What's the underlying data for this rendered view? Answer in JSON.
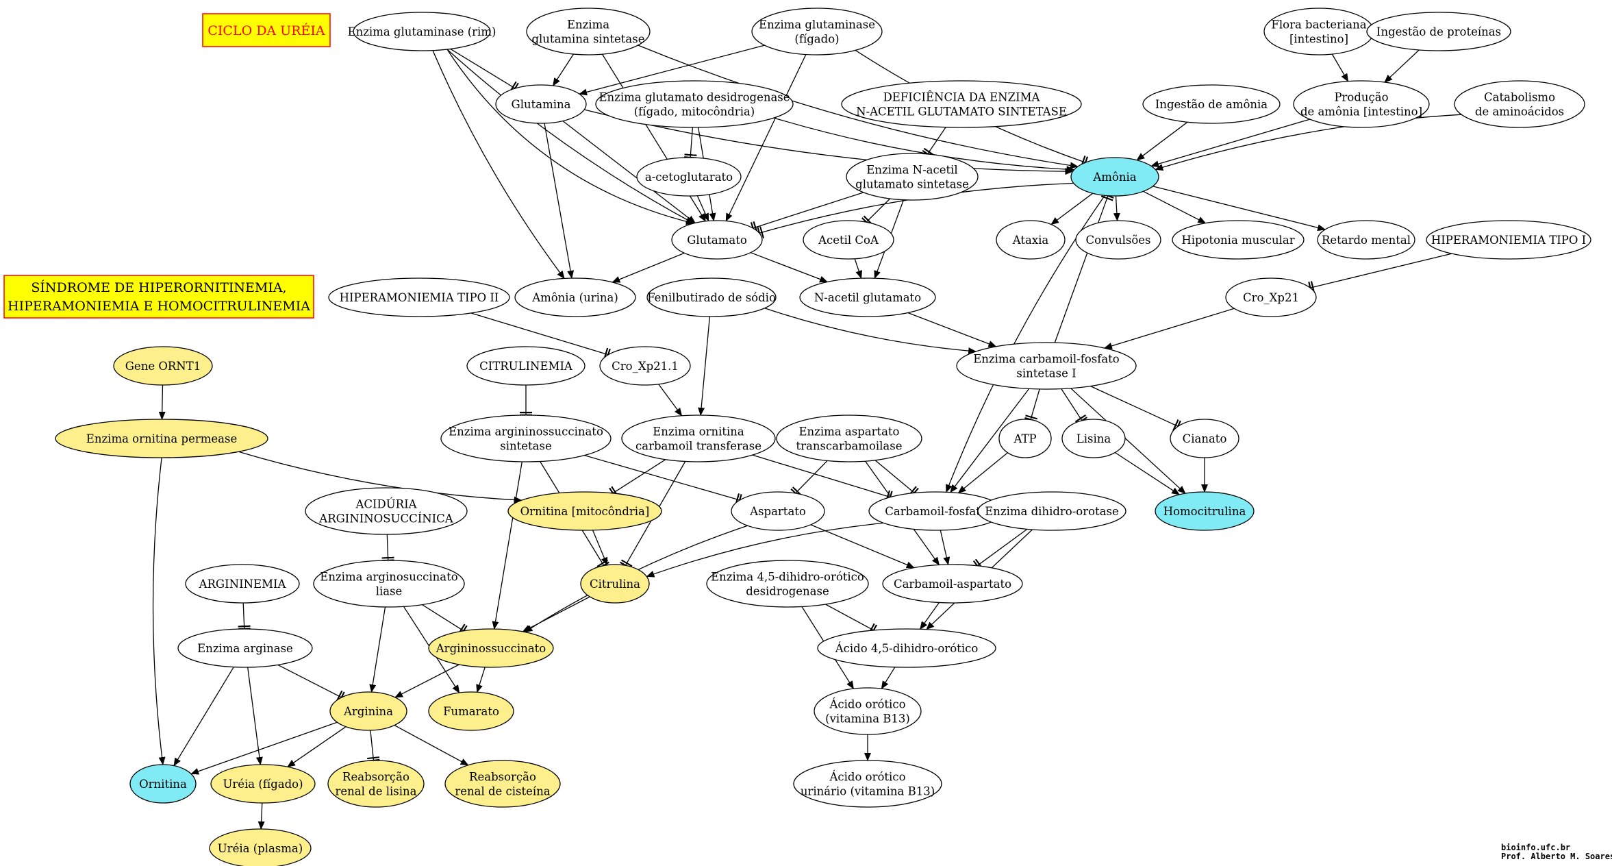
{
  "colors": {
    "yellow": "#fdf08c",
    "cyan": "#80eaf5",
    "white": "#ffffff",
    "box_yellow": "#ffff00",
    "box_red_text": "#ff0000",
    "box_border": "#ff0000"
  },
  "boxes": {
    "ciclo": "CICLO DA URÉIA",
    "sindrome": [
      "SÍNDROME DE HIPERORNITINEMIA,",
      "HIPERAMONIEMIA E HOMOCITRULINEMIA"
    ]
  },
  "footer": [
    "bioinfo.ufc.br",
    "Prof. Alberto M. Soares"
  ],
  "nodes": {
    "gluRim": [
      "Enzima glutaminase (rim)"
    ],
    "gluSint": [
      "Enzima",
      "glutamina sintetase"
    ],
    "gluFig": [
      "Enzima glutaminase",
      "(fígado)"
    ],
    "flora": [
      "Flora bacteriana",
      "[intestino]"
    ],
    "ingProt": [
      "Ingestão de proteínas"
    ],
    "glutamina": [
      "Glutamina"
    ],
    "gdh": [
      "Enzima glutamato desidrogenase",
      "(fígado, mitocôndria)"
    ],
    "defNag": [
      "DEFICIÊNCIA DA ENZIMA",
      "N-ACETIL GLUTAMATO SINTETASE"
    ],
    "ingAmo": [
      "Ingestão de amônia"
    ],
    "prodAmo": [
      "Produção",
      "de amônia [intestino]"
    ],
    "catab": [
      "Catabolismo",
      "de aminoácidos"
    ],
    "akg": [
      "a-cetoglutarato"
    ],
    "enzNag": [
      "Enzima N-acetil",
      "glutamato sintetase"
    ],
    "amonia": [
      "Amônia"
    ],
    "glutamato": [
      "Glutamato"
    ],
    "acetilCoa": [
      "Acetil CoA"
    ],
    "ataxia": [
      "Ataxia"
    ],
    "convul": [
      "Convulsões"
    ],
    "hipot": [
      "Hipotonia muscular"
    ],
    "retardo": [
      "Retardo mental"
    ],
    "hiperI": [
      "HIPERAMONIEMIA TIPO I"
    ],
    "hiperII": [
      "HIPERAMONIEMIA TIPO II"
    ],
    "amoUrina": [
      "Amônia (urina)"
    ],
    "fenil": [
      "Fenilbutirado de sódio"
    ],
    "nag": [
      "N-acetil glutamato"
    ],
    "croXp21": [
      "Cro_Xp21"
    ],
    "geneOrnt": [
      "Gene ORNT1"
    ],
    "citrulinemia": [
      "CITRULINEMIA"
    ],
    "croXp211": [
      "Cro_Xp21.1"
    ],
    "cps": [
      "Enzima carbamoil-fosfato",
      "sintetase I"
    ],
    "ornPerm": [
      "Enzima ornitina permease"
    ],
    "ass": [
      "Enzima argininossuccinato",
      "sintetase"
    ],
    "otc": [
      "Enzima ornitina",
      "carbamoil transferase"
    ],
    "atc": [
      "Enzima  aspartato",
      "transcarbamoilase"
    ],
    "atp": [
      "ATP"
    ],
    "lisina": [
      "Lisina"
    ],
    "cianato": [
      "Cianato"
    ],
    "acid": [
      "ACIDÚRIA",
      "ARGININOSUCCÍNICA"
    ],
    "ornMit": [
      "Ornitina [mitocôndria]"
    ],
    "aspartato": [
      "Aspartato"
    ],
    "carbP": [
      "Carbamoil-fosfato"
    ],
    "dho": [
      "Enzima dihidro-orotase"
    ],
    "homocit": [
      "Homocitrulina"
    ],
    "argininemia": [
      "ARGININEMIA"
    ],
    "asl": [
      "Enzima arginosuccinato",
      "liase"
    ],
    "citrulina": [
      "Citrulina"
    ],
    "dhod": [
      "Enzima 4,5-dihidro-orótico",
      "desidrogenase"
    ],
    "carbAsp": [
      "Carbamoil-aspartato"
    ],
    "arginase": [
      "Enzima arginase"
    ],
    "argSucc": [
      "Argininossuccinato"
    ],
    "dihidro": [
      "Ácido 4,5-dihidro-orótico"
    ],
    "arginina": [
      "Arginina"
    ],
    "fumarato": [
      "Fumarato"
    ],
    "orotico": [
      "Ácido orótico",
      "(vitamina B13)"
    ],
    "ornitina": [
      "Ornitina"
    ],
    "ureiaFig": [
      "Uréia (fígado)"
    ],
    "reabLis": [
      "Reabsorção",
      "renal de lisina"
    ],
    "reabCis": [
      "Reabsorção",
      "renal de cisteína"
    ],
    "orotUrina": [
      "Ácido orótico",
      "urinário (vitamina B13)"
    ],
    "ureiaPla": [
      "Uréia (plasma)"
    ]
  }
}
